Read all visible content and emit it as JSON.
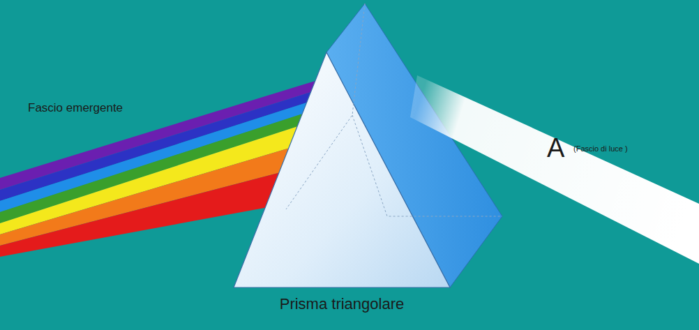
{
  "diagram": {
    "labels": [
      "Fascio emergente",
      "A",
      "(Fascio di luce )",
      "Prisma triangolare"
    ]
  }
}
